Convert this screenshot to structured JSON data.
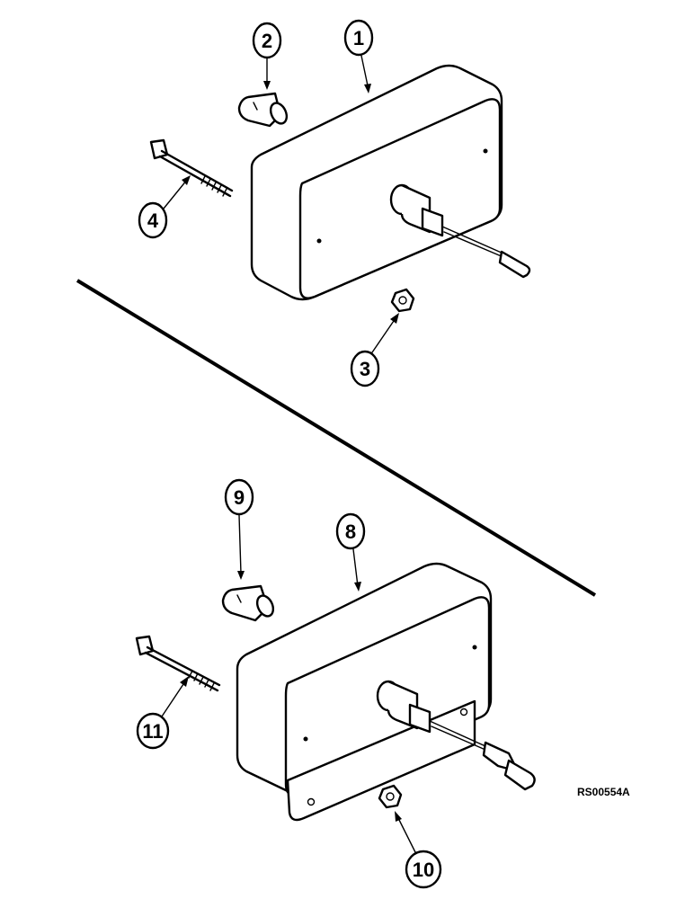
{
  "callouts": {
    "c1": "1",
    "c2": "2",
    "c3": "3",
    "c4": "4",
    "c8": "8",
    "c9": "9",
    "c10": "10",
    "c11": "11"
  },
  "figure_code": "RS00554A"
}
